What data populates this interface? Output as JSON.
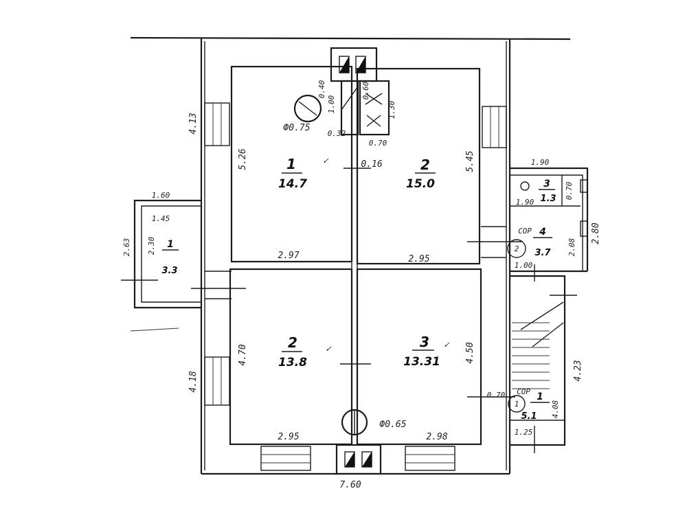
{
  "rooms": {
    "r1": {
      "num": "1",
      "area": "14.7"
    },
    "r2": {
      "num": "2",
      "area": "15.0"
    },
    "r2b": {
      "num": "2",
      "area": "13.8"
    },
    "r3": {
      "num": "3",
      "area": "13.31"
    },
    "left_annex": {
      "num": "1",
      "area": "3.3"
    },
    "right_3": {
      "num": "3",
      "area": "1.3"
    },
    "right_4": {
      "num": "4",
      "area": "3.7"
    },
    "right_1": {
      "num": "1",
      "area": "5.1"
    }
  },
  "dims": {
    "d413": "4.13",
    "d526": "5.26",
    "d545": "5.45",
    "d297": "2.97",
    "d295a": "2.95",
    "d016": "0.16",
    "d040": "0.40",
    "d100": "1.00",
    "d032": "0.32",
    "d060": "0.60",
    "d130": "1.30",
    "d070a": "0.70",
    "phi075": "Ф0.75",
    "d160": "1.60",
    "d145": "1.45",
    "d263": "2.63",
    "d230": "2.30",
    "d470": "4.70",
    "d418": "4.18",
    "d295b": "2.95",
    "d298": "2.98",
    "d450": "4.50",
    "phi065": "Ф0.65",
    "d760": "7.60",
    "d190a": "1.90",
    "d190b": "1.90",
    "d070b": "0.70",
    "d280": "2.80",
    "d208": "2.08",
    "d100b": "1.00",
    "d423": "4.23",
    "d070c": "0.70",
    "d408": "4.08",
    "d125": "1.25",
    "cor1": "COP",
    "cor2": "COP"
  },
  "marks": {
    "circle2": "2",
    "circle1": "1",
    "tick": "✓"
  }
}
